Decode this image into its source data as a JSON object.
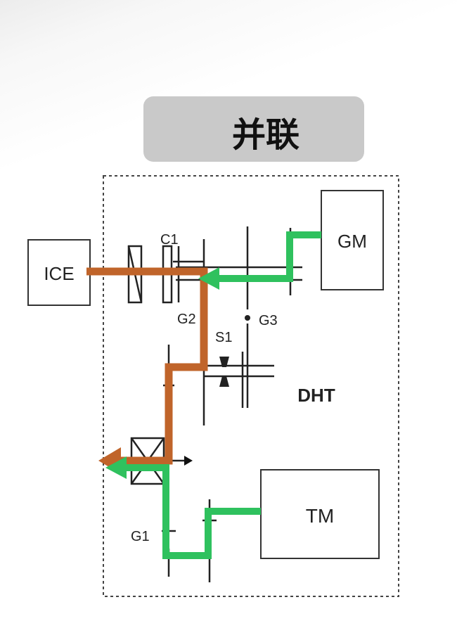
{
  "title": "并联",
  "blocks": {
    "ice": "ICE",
    "gm": "GM",
    "tm": "TM",
    "dht": "DHT"
  },
  "labels": {
    "c1": "C1",
    "g1": "G1",
    "g2": "G2",
    "g3": "G3",
    "s1": "S1"
  },
  "colors": {
    "engine_path": "#c0642a",
    "motor_path": "#2fc15e",
    "title_bg": "#c9c9c9"
  }
}
